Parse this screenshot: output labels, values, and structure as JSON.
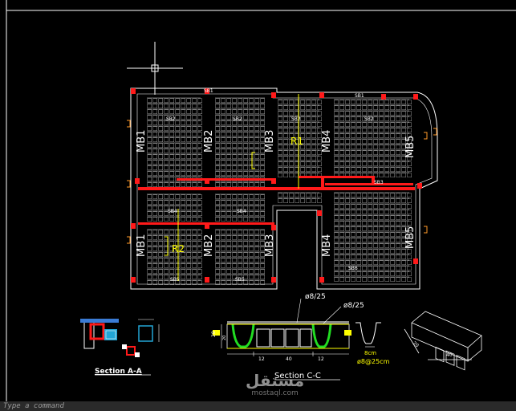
{
  "colors": {
    "background": "#000000",
    "lines": "#ffffff",
    "beam_red": "#ff1a1a",
    "dimension_yellow": "#ffff00",
    "rebar_green": "#22dd22",
    "section_cyan": "#00bfff",
    "magenta": "#ff00ff"
  },
  "plan": {
    "main_beams_top": [
      "MB1",
      "MB2",
      "MB3",
      "MB4",
      "MB5"
    ],
    "main_beams_bottom": [
      "MB1",
      "MB2",
      "MB3",
      "MB4",
      "MB5"
    ],
    "secondary_beams": {
      "top_row": [
        "SB1",
        "SB1"
      ],
      "second_row": [
        "SB2",
        "SB2",
        "SB2",
        "SB2"
      ],
      "mid_right": "SB3",
      "mid_row": [
        "SB4",
        "SB4"
      ],
      "bottom_row": [
        "SB5",
        "SB5",
        "SB6"
      ]
    },
    "radius_labels": [
      "R1",
      "R2"
    ]
  },
  "section_a": {
    "title": "Section A-A"
  },
  "section_c": {
    "title": "Section C-C",
    "rebar_top": "ø8/25",
    "rebar_right": "ø8/25",
    "dim_left_outer": "28",
    "dim_left_inner": "20",
    "dim_bottom": [
      "12",
      "40",
      "12"
    ],
    "detail_label_1": "8cm",
    "detail_label_2": "ø8@25cm",
    "iso_dims": [
      "20",
      "40"
    ]
  },
  "watermark": {
    "arabic": "مستقل",
    "latin": "mostaql.com"
  },
  "command_line": {
    "placeholder": "Type a command"
  }
}
